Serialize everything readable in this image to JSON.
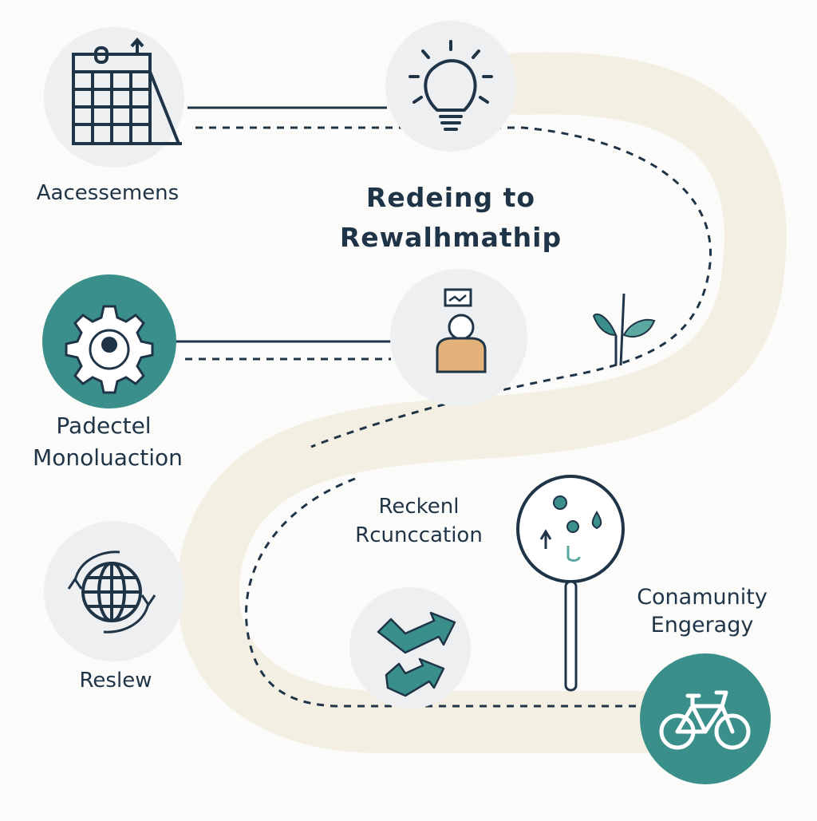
{
  "title": {
    "line1": "Redeing to",
    "line2": "Rewalhmathip"
  },
  "steps": [
    {
      "label": "Aacessemens",
      "icon": "calendar-icon"
    },
    {
      "label": "",
      "icon": "lightbulb-icon"
    },
    {
      "label_line1": "Padectel",
      "label_line2": "Monoluaction",
      "icon": "gear-icon"
    },
    {
      "label": "",
      "icon": "person-icon"
    },
    {
      "label_line1": "Reckenl",
      "label_line2": "Rcunccation",
      "icon": "map-pin-icon"
    },
    {
      "label": "Reslew",
      "icon": "globe-icon"
    },
    {
      "label": "",
      "icon": "arrows-icon"
    },
    {
      "label_line1": "Conamunity",
      "label_line2": "Engeragy",
      "icon": "bicycle-icon"
    }
  ],
  "decor": {
    "sprout": "sprout-icon"
  },
  "colors": {
    "navy": "#1f3447",
    "teal": "#3a8f8a",
    "teal_light": "#5aa8a0",
    "circle_bg": "#edeff1",
    "road": "#f4efe3",
    "skin": "#e2b27a"
  }
}
